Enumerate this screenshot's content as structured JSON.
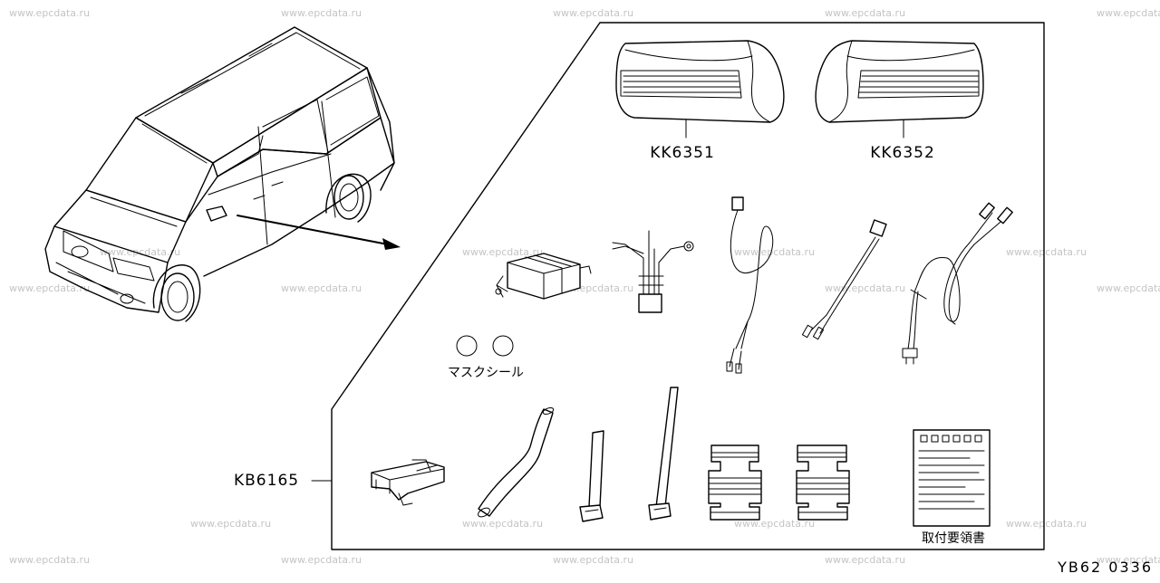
{
  "watermark": "www.epcdata.ru",
  "labels": {
    "part_left_mirror": "KK6351",
    "part_right_mirror": "KK6352",
    "kit": "KB6165",
    "mask_seal": "マスクシール",
    "instruction": "取付要領書"
  },
  "reference_code": "YB62  0336"
}
